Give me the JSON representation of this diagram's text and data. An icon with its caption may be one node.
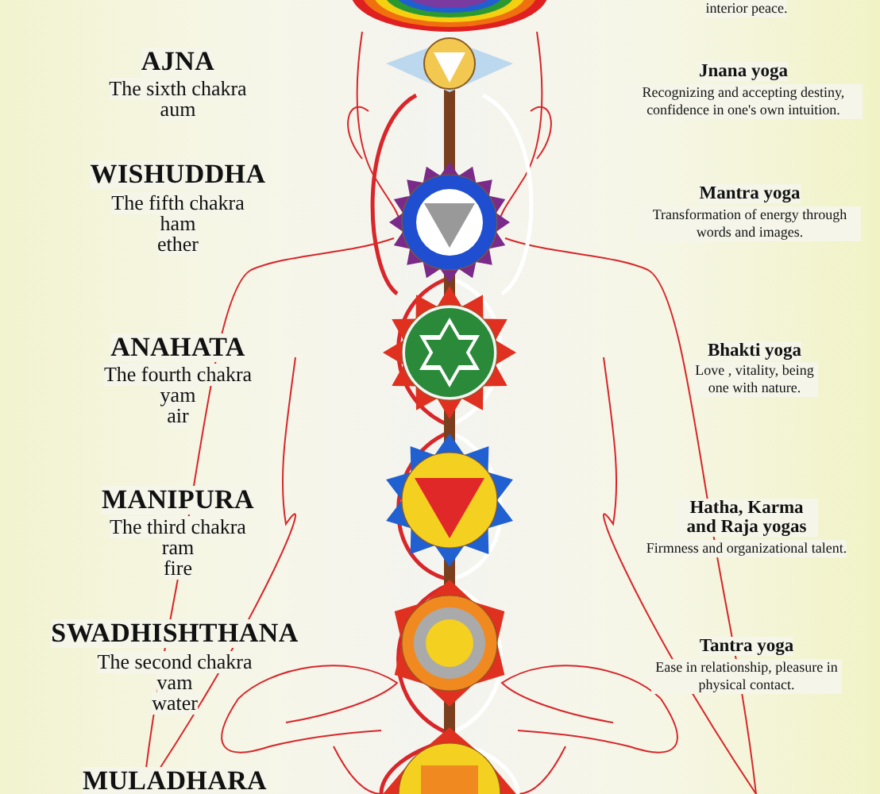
{
  "diagram": {
    "labels": [
      "interior peace.",
      "AJNA",
      "The sixth chakra",
      "aum",
      "Jnana yoga",
      "Recognizing and accepting destiny, confidence in one's own intuition.",
      "WISHUDDHA",
      "The fifth chakra",
      "ham",
      "ether",
      "Mantra yoga",
      "Transformation of energy through words and images.",
      "ANAHATA",
      "The fourth chakra",
      "yam",
      "air",
      "Bhakti yoga",
      "Love , vitality, being one with nature.",
      "MANIPURA",
      "The third chakra",
      "ram",
      "fire",
      "Hatha, Karma and Raja yogas",
      "Firmness and organizational talent.",
      "SWADHISHTHANA",
      "The second chakra",
      "vam",
      "water",
      "Tantra yoga",
      "Ease in relationship, pleasure in physical contact.",
      "MULADHARA"
    ]
  }
}
